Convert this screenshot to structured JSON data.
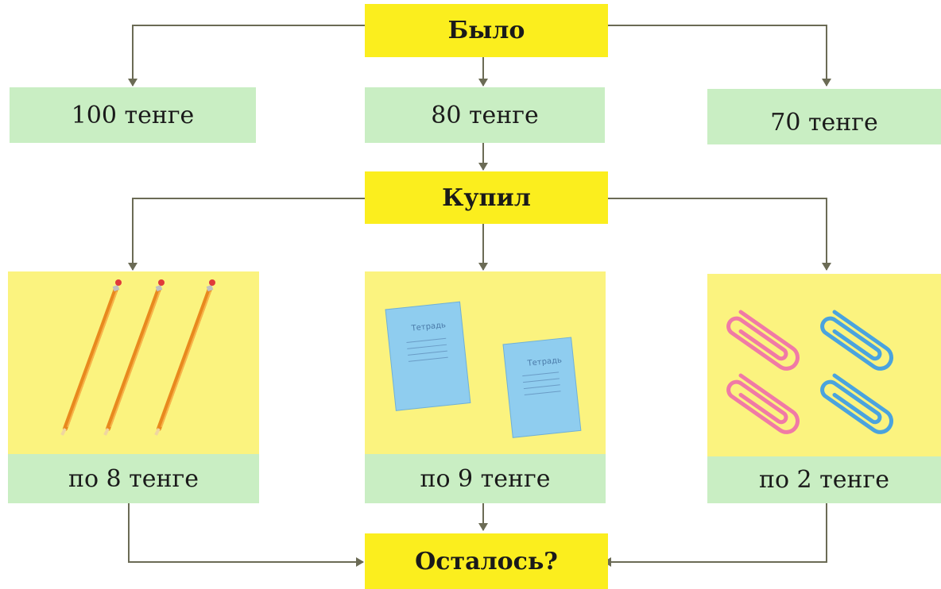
{
  "start": {
    "label": "Было"
  },
  "amounts": [
    "100 тенге",
    "80 тенге",
    "70 тенге"
  ],
  "bought": {
    "label": "Купил"
  },
  "items": [
    {
      "name": "pencils",
      "price": "по 8 тенге"
    },
    {
      "name": "notebooks",
      "price": "по 9 тенге",
      "cover_text": "Тетрадь"
    },
    {
      "name": "paper-clips",
      "price": "по 2 тенге"
    }
  ],
  "result": {
    "label": "Осталось?"
  },
  "colors": {
    "yellow_box": "#fbee1e",
    "yellow_panel": "#fbf37f",
    "green_box": "#c9eec3",
    "arrow": "#6b6b55"
  }
}
